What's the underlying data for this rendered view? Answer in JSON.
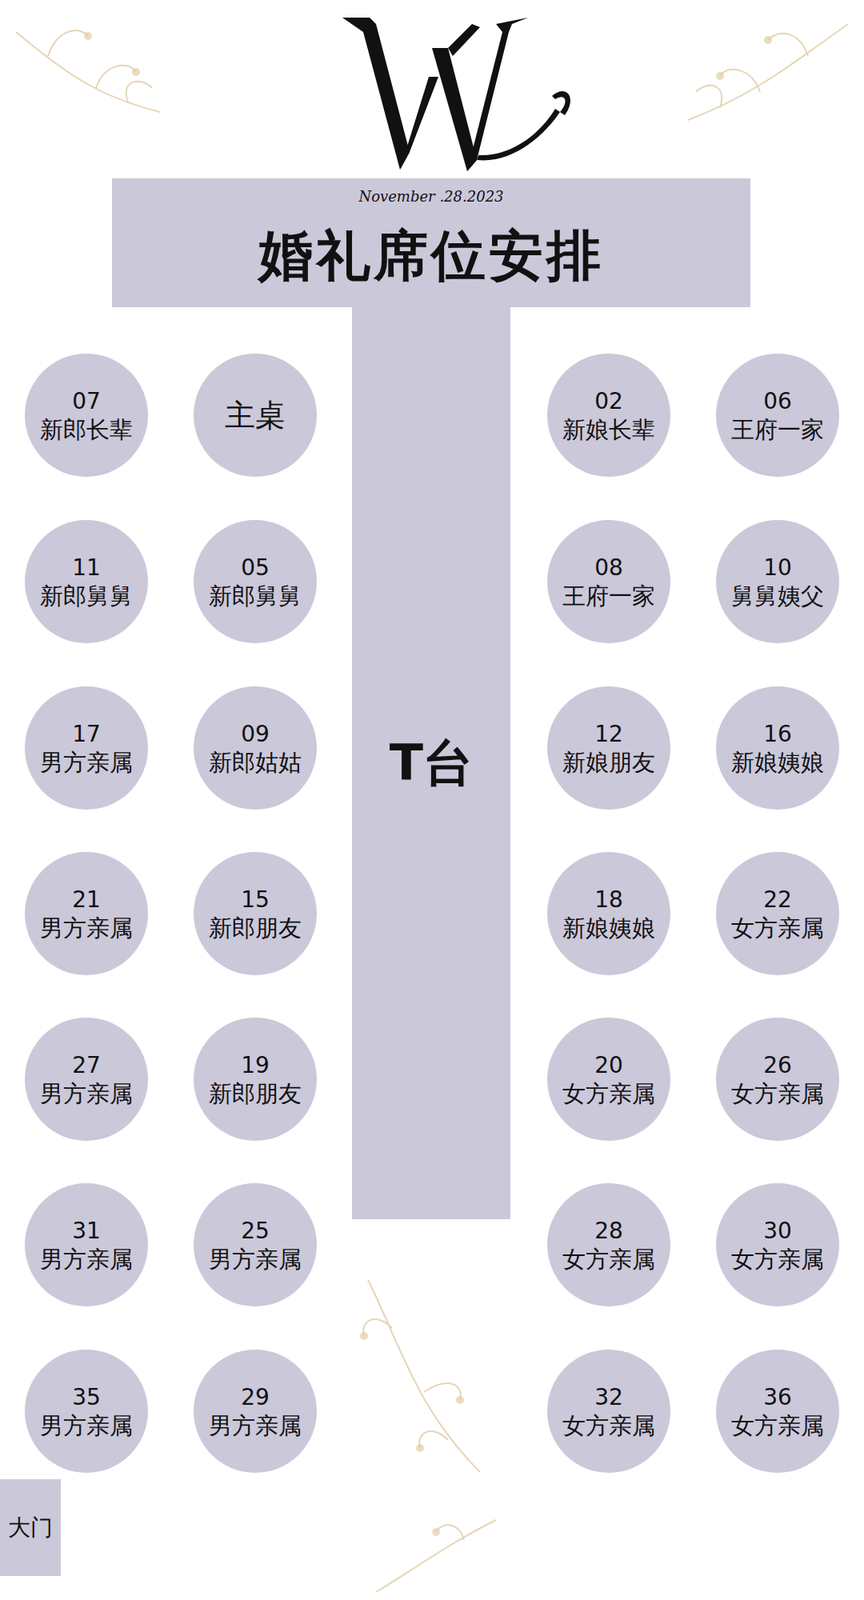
{
  "diagram": {
    "title": "婚礼席位安排",
    "nodes": [
      {
        "text": [
          "T台"
        ]
      },
      {
        "text": [
          "07",
          "新郎长辈"
        ]
      },
      {
        "text": [
          "主桌"
        ]
      },
      {
        "text": [
          "02",
          "新娘长辈"
        ]
      },
      {
        "text": [
          "06",
          "王府一家"
        ]
      },
      {
        "text": [
          "11",
          "新郎舅舅"
        ]
      },
      {
        "text": [
          "05",
          "新郎舅舅"
        ]
      },
      {
        "text": [
          "08",
          "王府一家"
        ]
      },
      {
        "text": [
          "10",
          "舅舅姨父"
        ]
      },
      {
        "text": [
          "17",
          "男方亲属"
        ]
      },
      {
        "text": [
          "09",
          "新郎姑姑"
        ]
      },
      {
        "text": [
          "12",
          "新娘朋友"
        ]
      },
      {
        "text": [
          "16",
          "新娘姨娘"
        ]
      },
      {
        "text": [
          "21",
          "男方亲属"
        ]
      },
      {
        "text": [
          "15",
          "新郎朋友"
        ]
      },
      {
        "text": [
          "18",
          "新娘姨娘"
        ]
      },
      {
        "text": [
          "22",
          "女方亲属"
        ]
      },
      {
        "text": [
          "27",
          "男方亲属"
        ]
      },
      {
        "text": [
          "19",
          "新郎朋友"
        ]
      },
      {
        "text": [
          "20",
          "女方亲属"
        ]
      },
      {
        "text": [
          "26",
          "女方亲属"
        ]
      },
      {
        "text": [
          "31",
          "男方亲属"
        ]
      },
      {
        "text": [
          "25",
          "男方亲属"
        ]
      },
      {
        "text": [
          "28",
          "女方亲属"
        ]
      },
      {
        "text": [
          "30",
          "女方亲属"
        ]
      },
      {
        "text": [
          "35",
          "男方亲属"
        ]
      },
      {
        "text": [
          "29",
          "男方亲属"
        ]
      },
      {
        "text": [
          "32",
          "女方亲属"
        ]
      },
      {
        "text": [
          "36",
          "女方亲属"
        ]
      },
      {
        "text": [
          "大门"
        ]
      }
    ],
    "labels": [
      "November .28.2023"
    ]
  }
}
